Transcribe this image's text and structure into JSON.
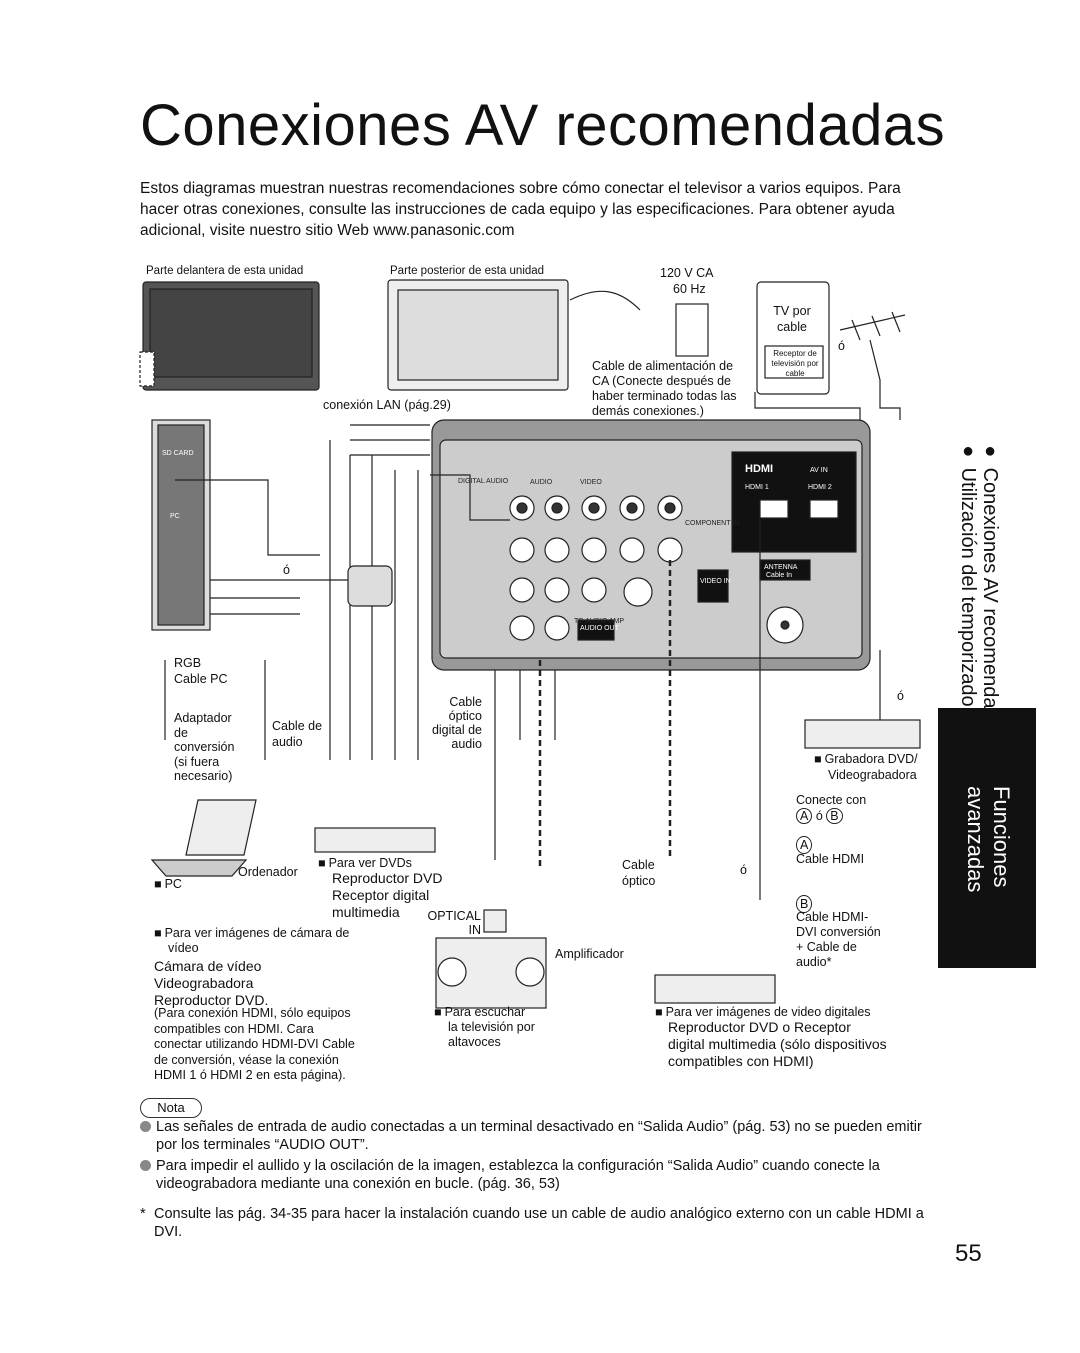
{
  "title": "Conexiones AV recomendadas",
  "intro": "Estos diagramas muestran nuestras recomendaciones sobre cómo conectar el televisor a varios equipos. Para hacer otras conexiones, consulte las instrucciones de cada equipo y las especificaciones. Para obtener ayuda adicional, visite nuestro sitio Web www.panasonic.com",
  "labels": {
    "front": "Parte delantera de esta unidad",
    "rear": "Parte posterior de esta unidad",
    "voltage": "120 V CA",
    "hz": "60 Hz",
    "power_cable": [
      "Cable de alimentación de",
      "CA (Conecte  después de",
      "haber terminado todas las",
      "demás conexiones.)"
    ],
    "lan": "conexión LAN (pág.29)",
    "tv_cable": [
      "TV por",
      "cable"
    ],
    "receiver": [
      "Receptor de",
      "televisión por cable"
    ],
    "or": "ó",
    "rgb": [
      "RGB",
      "Cable PC"
    ],
    "adapter": [
      "Adaptador",
      "de",
      "conversión",
      "(si fuera",
      "necesario)"
    ],
    "audio_cable": [
      "Cable de",
      "audio"
    ],
    "optical_cable_top": [
      "Cable",
      "óptico",
      "digital de",
      "audio"
    ],
    "recorder": [
      "Grabadora DVD/",
      "Videograbadora"
    ],
    "connect_with": "Conecte con",
    "a": "A",
    "b": "B",
    "a_o_b": "ó",
    "hdmi_cable": "Cable HDMI",
    "hdmi_dvi": [
      "Cable HDMI-",
      "DVI conversión",
      "+ Cable de",
      "audio*"
    ],
    "optical_cable": [
      "Cable",
      "óptico"
    ],
    "computer": "Ordenador",
    "pc": "PC",
    "dvd_watch": "Para ver DVDs",
    "dvd_devices": [
      "Reproductor DVD",
      "Receptor digital",
      "multimedia"
    ],
    "optical_in": [
      "OPTICAL",
      "IN"
    ],
    "amplifier": "Amplificador",
    "camera_watch": [
      "Para ver imágenes de cámara de",
      "vídeo"
    ],
    "camera_devices": [
      "Cámara de vídeo",
      "Videograbadora",
      "Reproductor DVD."
    ],
    "camera_note": [
      "(Para conexión HDMI, sólo equipos",
      "compatibles con HDMI. Cara",
      "conectar utilizando HDMI-DVI Cable",
      "de conversión, véase la conexión",
      "HDMI 1 ó HDMI 2 en esta página)."
    ],
    "speakers": [
      "Para escuchar",
      "la televisión por",
      "altavoces"
    ],
    "digital_watch": "Para ver imágenes de video digitales",
    "digital_devices": [
      "Reproductor DVD o Receptor",
      "digital multimedia (sólo dispositivos",
      "compatibles con HDMI)"
    ]
  },
  "panel": {
    "hdmi_logo": "HDMI",
    "av_in": "AV IN",
    "hdmi1": "HDMI 1",
    "hdmi2": "HDMI 2",
    "digital_audio": "DIGITAL AUDIO",
    "audio": "AUDIO",
    "video": "VIDEO",
    "component_in": "COMPONENT IN",
    "antenna": "ANTENNA",
    "cable_in": "Cable  In",
    "video_in": "VIDEO IN",
    "audio_out": "AUDIO OUT",
    "to_audio_amp": "TO AUDIO AMP",
    "sd_card": "SD CARD",
    "pc": "PC"
  },
  "side": {
    "bullets": [
      "Conexiones AV recomendadas",
      "Utilización del temporizador"
    ],
    "tab": [
      "Funciones",
      "avanzadas"
    ]
  },
  "nota": "Nota",
  "notes": [
    "Las señales de entrada de audio conectadas a un terminal desactivado en “Salida Audio” (pág. 53) no se pueden emitir por los terminales “AUDIO OUT”.",
    "Para impedir el aullido y la oscilación de la imagen, establezca la configuración “Salida Audio” cuando conecte la videograbadora mediante una conexión en bucle. (pág. 36, 53)"
  ],
  "footnote": "Consulte las pág. 34-35 para hacer la instalación cuando use un cable de audio analógico externo con un cable HDMI a DVI.",
  "page_number": "55"
}
